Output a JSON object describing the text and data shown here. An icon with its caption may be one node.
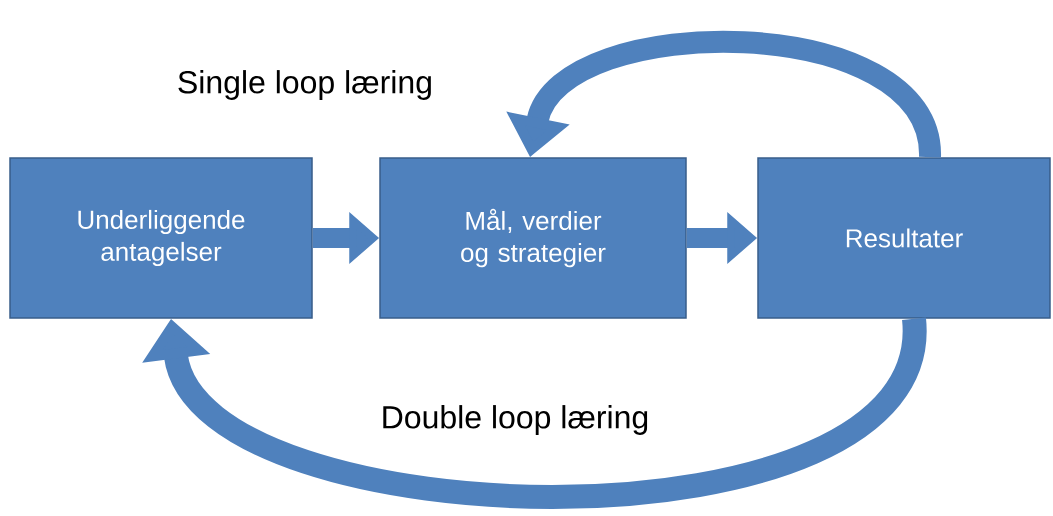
{
  "diagram": {
    "nodes": [
      {
        "text": [
          "Underliggende antagelser"
        ]
      },
      {
        "text": [
          "Mål, verdier og strategier"
        ]
      },
      {
        "text": [
          "Resultater"
        ]
      }
    ],
    "edges": [
      {
        "from": 0,
        "to": 1,
        "arrow": "to"
      },
      {
        "from": 1,
        "to": 2,
        "arrow": "to"
      },
      {
        "from": 2,
        "to": 1,
        "arrow": "to",
        "label": "Single loop læring"
      },
      {
        "from": 2,
        "to": 0,
        "arrow": "to",
        "label": "Double loop læring"
      }
    ]
  }
}
